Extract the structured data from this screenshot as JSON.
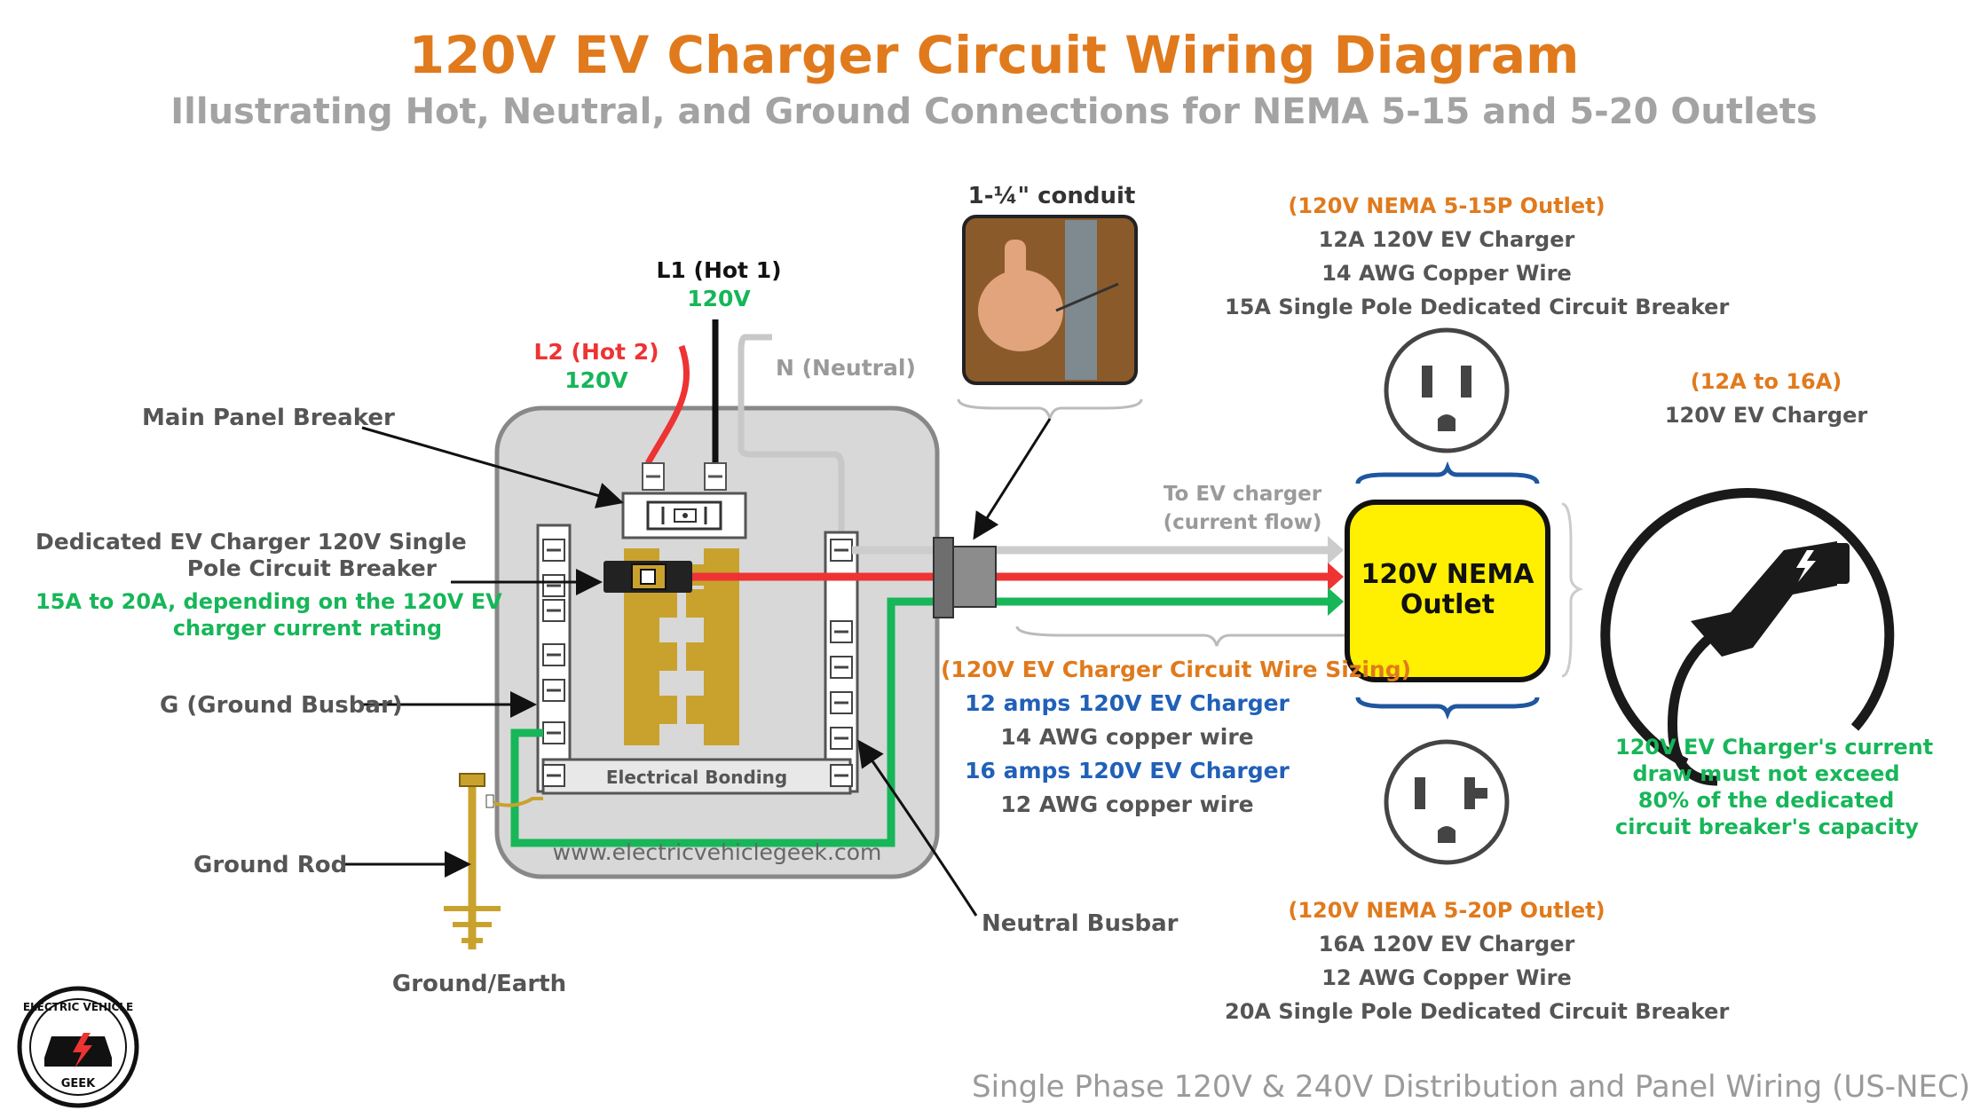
{
  "title": "120V EV Charger Circuit Wiring Diagram",
  "subtitle": "Illustrating Hot, Neutral, and Ground Connections for NEMA 5-15 and 5-20 Outlets",
  "labels": {
    "l1": "L1 (Hot 1)",
    "l1_voltage": "120V",
    "l2": "L2 (Hot 2)",
    "l2_voltage": "120V",
    "neutral": "N (Neutral)",
    "main_panel_breaker": "Main Panel Breaker",
    "dedicated_breaker_line1": "Dedicated EV Charger 120V Single",
    "dedicated_breaker_line2": "Pole Circuit Breaker",
    "breaker_rating_line1": "15A to 20A, depending on the 120V EV",
    "breaker_rating_line2": "charger current rating",
    "ground_busbar": "G (Ground Busbar)",
    "ground_rod": "Ground Rod",
    "ground_earth": "Ground/Earth",
    "neutral_busbar": "Neutral Busbar",
    "electrical_bonding": "Electrical Bonding",
    "website": "www.electricvehiclegeek.com",
    "conduit": "1-¼\" conduit",
    "to_ev_line1": "To EV charger",
    "to_ev_line2": "(current flow)",
    "outlet_center_line1": "120V NEMA",
    "outlet_center_line2": "Outlet"
  },
  "wire_sizing": {
    "heading": "(120V EV Charger Circuit Wire Sizing)",
    "row1_charger": "12 amps 120V EV Charger",
    "row1_wire": "14 AWG copper wire",
    "row2_charger": "16 amps 120V EV Charger",
    "row2_wire": "12 AWG copper wire"
  },
  "outlet_515": {
    "heading": "(120V NEMA 5-15P Outlet)",
    "line1": "12A 120V EV Charger",
    "line2": "14 AWG Copper Wire",
    "line3": "15A Single Pole Dedicated Circuit Breaker"
  },
  "outlet_520": {
    "heading": "(120V NEMA 5-20P Outlet)",
    "line1": "16A 120V EV Charger",
    "line2": "12 AWG Copper Wire",
    "line3": "20A Single Pole Dedicated Circuit Breaker"
  },
  "charger": {
    "heading": "(12A to 16A)",
    "label": "120V EV Charger",
    "note_line1": "120V EV Charger's current",
    "note_line2": "draw must not exceed",
    "note_line3": "80% of the dedicated",
    "note_line4": "circuit breaker's capacity"
  },
  "logo": {
    "top_text": "ELECTRIC VEHICLE",
    "bottom_text": "GEEK"
  },
  "footer": "Single Phase 120V & 240V Distribution and Panel Wiring (US-NEC)",
  "colors": {
    "title": "#e07a1c",
    "hot": "#ee3333",
    "neutral": "#cccccc",
    "ground": "#17b659",
    "busbar": "#c9a22e",
    "outlet_fill": "#ffef00"
  }
}
